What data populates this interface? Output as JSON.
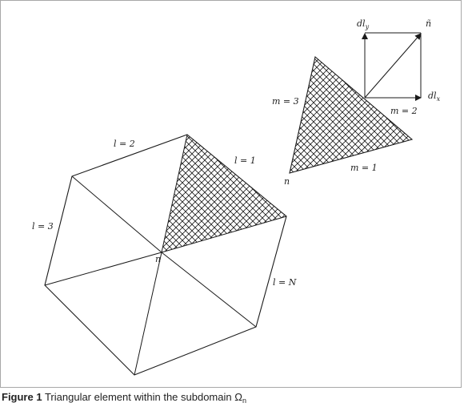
{
  "diagram": {
    "hexagon_labels": {
      "l1": "l = 1",
      "l2": "l = 2",
      "l3": "l = 3",
      "lN": "l = N",
      "center": "n"
    },
    "triangle_labels": {
      "m1": "m = 1",
      "m2": "m = 2",
      "m3": "m = 3",
      "vertex": "n"
    },
    "vector_labels": {
      "n_tilde": "ñ",
      "dl": "dl",
      "x": "x",
      "y": "y"
    }
  },
  "caption": {
    "label": "Figure 1",
    "text": "Triangular element within the subdomain Ω",
    "subscript": "n"
  }
}
